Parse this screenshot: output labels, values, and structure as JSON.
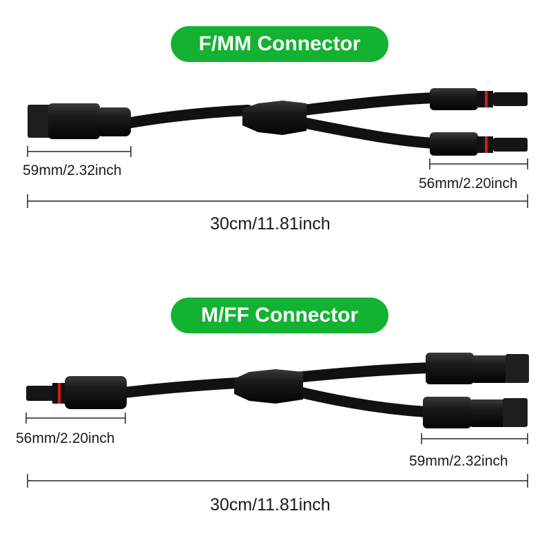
{
  "top": {
    "title": "F/MM Connector",
    "left_dim": "59mm/2.32inch",
    "right_dim": "56mm/2.20inch",
    "total_dim": "30cm/11.81inch"
  },
  "bottom": {
    "title": "M/FF Connector",
    "left_dim": "56mm/2.20inch",
    "right_dim": "59mm/2.32inch",
    "total_dim": "30cm/11.81inch"
  },
  "colors": {
    "accent": "#14b232",
    "cable": "#141414",
    "seal": "#d21e1e"
  }
}
